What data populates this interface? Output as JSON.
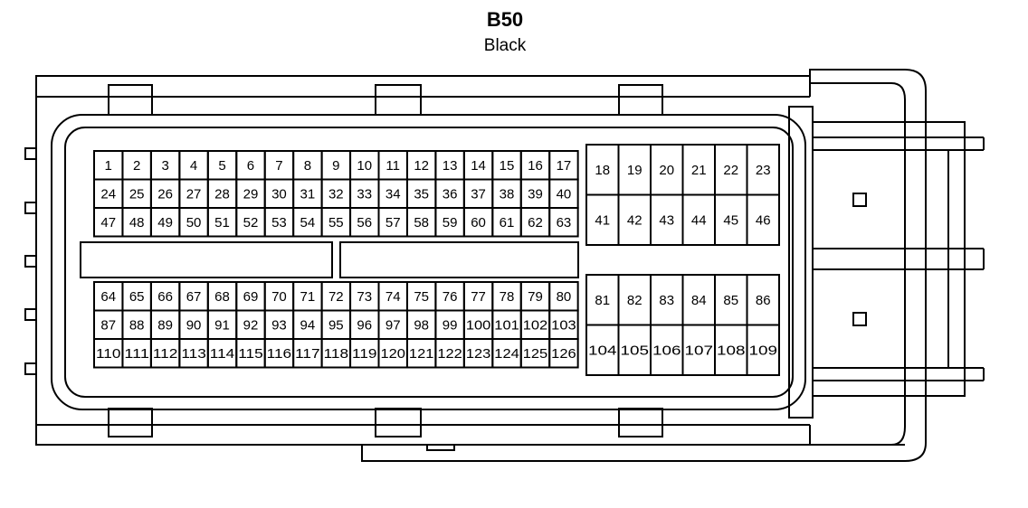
{
  "header": {
    "title": "B50",
    "subtitle": "Black"
  },
  "colors": {
    "stroke": "#000000",
    "background": "#ffffff"
  },
  "pins": {
    "left_upper": [
      [
        "1",
        "2",
        "3",
        "4",
        "5",
        "6",
        "7",
        "8",
        "9",
        "10",
        "11",
        "12",
        "13",
        "14",
        "15",
        "16",
        "17"
      ],
      [
        "24",
        "25",
        "26",
        "27",
        "28",
        "29",
        "30",
        "31",
        "32",
        "33",
        "34",
        "35",
        "36",
        "37",
        "38",
        "39",
        "40"
      ],
      [
        "47",
        "48",
        "49",
        "50",
        "51",
        "52",
        "53",
        "54",
        "55",
        "56",
        "57",
        "58",
        "59",
        "60",
        "61",
        "62",
        "63"
      ]
    ],
    "left_lower": [
      [
        "64",
        "65",
        "66",
        "67",
        "68",
        "69",
        "70",
        "71",
        "72",
        "73",
        "74",
        "75",
        "76",
        "77",
        "78",
        "79",
        "80"
      ],
      [
        "87",
        "88",
        "89",
        "90",
        "91",
        "92",
        "93",
        "94",
        "95",
        "96",
        "97",
        "98",
        "99",
        "100",
        "101",
        "102",
        "103"
      ],
      [
        "110",
        "111",
        "112",
        "113",
        "114",
        "115",
        "116",
        "117",
        "118",
        "119",
        "120",
        "121",
        "122",
        "123",
        "124",
        "125",
        "126"
      ]
    ],
    "right_upper": [
      [
        "18",
        "19",
        "20",
        "21",
        "22",
        "23"
      ],
      [
        "41",
        "42",
        "43",
        "44",
        "45",
        "46"
      ]
    ],
    "right_lower": [
      [
        "81",
        "82",
        "83",
        "84",
        "85",
        "86"
      ],
      [
        "104",
        "105",
        "106",
        "107",
        "108",
        "109"
      ]
    ]
  }
}
